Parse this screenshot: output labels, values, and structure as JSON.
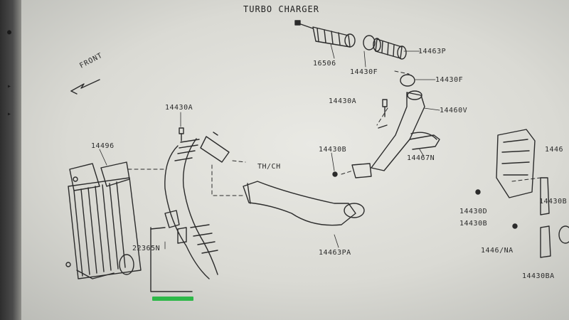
{
  "diagram": {
    "title": "TURBO CHARGER",
    "front_label": "FRONT",
    "part_labels": {
      "p16506": "16506",
      "p14430F_a": "14430F",
      "p14463P": "14463P",
      "p14430F_b": "14430F",
      "p14430A_top": "14430A",
      "p14460V": "14460V",
      "p14430A_left": "14430A",
      "p14496": "14496",
      "p14430B": "14430B",
      "p14467N": "14467N",
      "thch": "TH/CH",
      "p22365N": "22365N",
      "p14463PA": "14463PA",
      "p1446_right": "1446",
      "p14430D": "14430D",
      "p14430B_right": "14430B",
      "p14430B_r2": "14430B",
      "p1446NA": "1446/NA",
      "p14430BA": "14430BA"
    }
  }
}
